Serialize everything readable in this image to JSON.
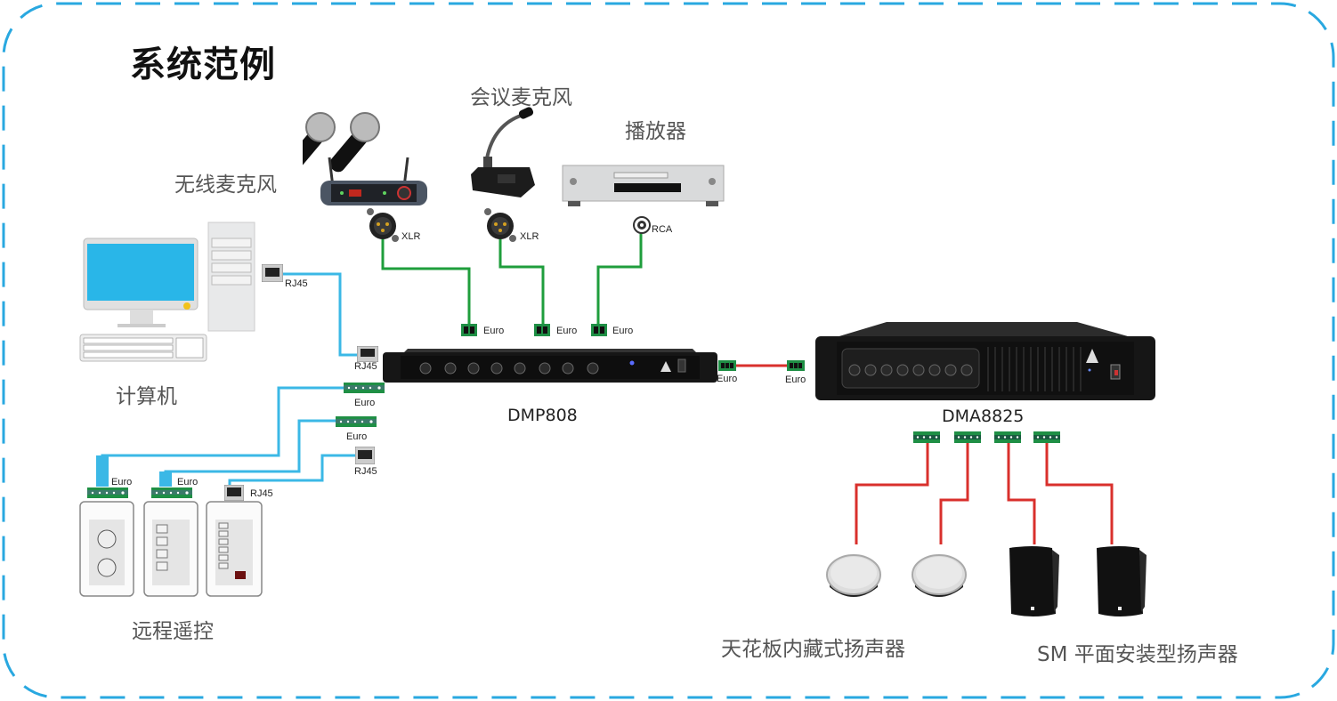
{
  "title": "系统范例",
  "colors": {
    "frame_border": "#29a8e0",
    "wire_network": "#3bb8e6",
    "wire_audio_in": "#1f9e3c",
    "wire_speaker": "#d9302c",
    "connector_green": "#1f8f45"
  },
  "devices": {
    "wireless_mic": {
      "label": "无线麦克风",
      "connector": "XLR"
    },
    "conference_mic": {
      "label": "会议麦克风",
      "connector": "XLR"
    },
    "player": {
      "label": "播放器",
      "connector": "RCA"
    },
    "computer": {
      "label": "计算机",
      "connector": "RJ45"
    },
    "dmp": {
      "label": "DMP808"
    },
    "dma": {
      "label": "DMA8825"
    },
    "remote": {
      "label": "远程遥控"
    },
    "ceiling_speakers": {
      "label": "天花板内藏式扬声器"
    },
    "surface_speakers": {
      "label": "SM 平面安装型扬声器"
    }
  },
  "connectors": {
    "dmp_inputs": [
      "Euro",
      "Euro",
      "Euro"
    ],
    "dmp_rj45": "RJ45",
    "dmp_remote_ports": [
      "Euro",
      "Euro",
      "RJ45"
    ],
    "dmp_output": "Euro",
    "dma_input": "Euro",
    "remote_ports": [
      "Euro",
      "Euro",
      "RJ45"
    ]
  }
}
